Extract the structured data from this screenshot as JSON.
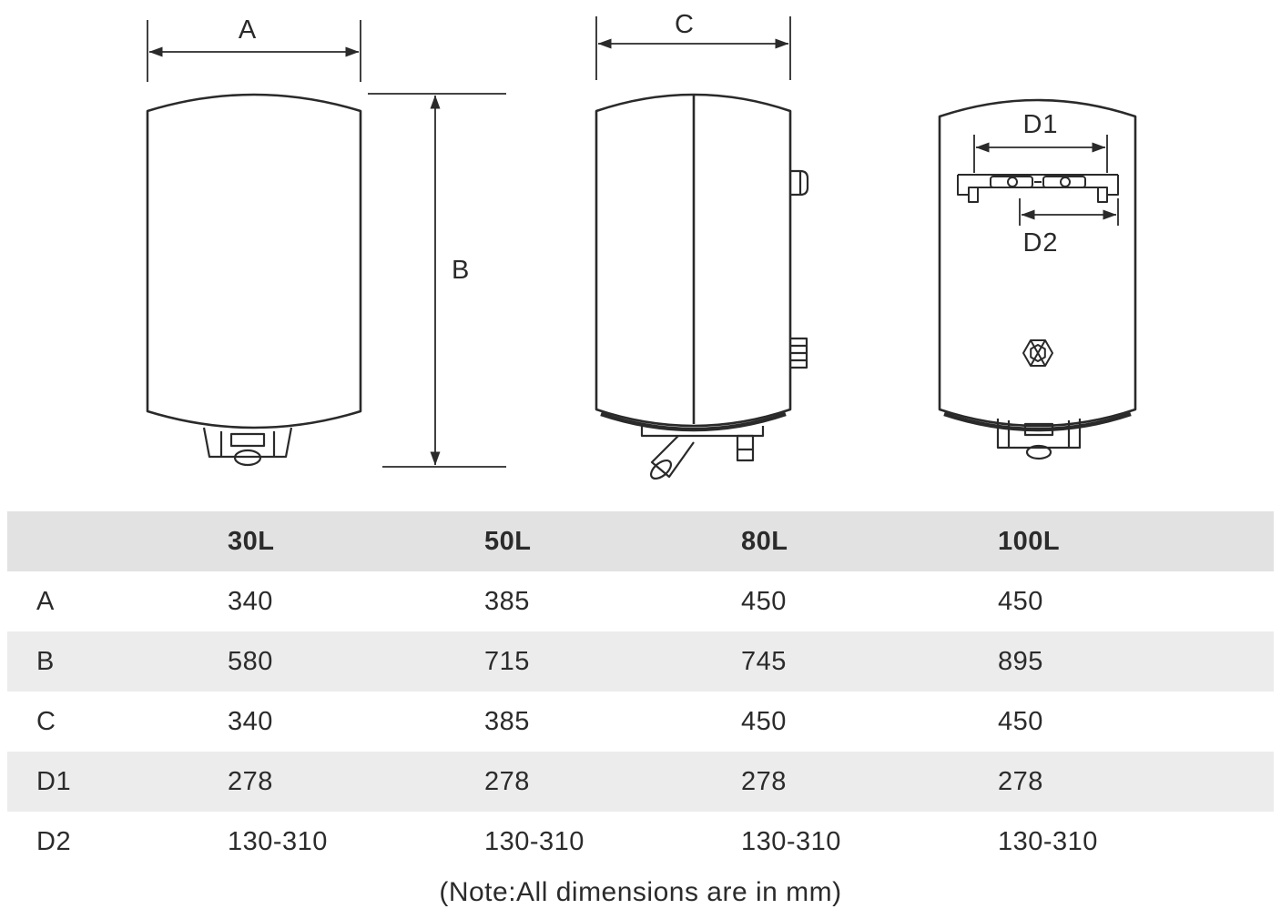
{
  "diagram": {
    "front": {
      "width_label": "A",
      "height_label": "B"
    },
    "side": {
      "width_label": "C"
    },
    "back": {
      "bracket_width_label": "D1",
      "hook_span_label": "D2"
    }
  },
  "table": {
    "header": [
      "",
      "30L",
      "50L",
      "80L",
      "100L"
    ],
    "rows": [
      {
        "label": "A",
        "values": [
          "340",
          "385",
          "450",
          "450"
        ]
      },
      {
        "label": "B",
        "values": [
          "580",
          "715",
          "745",
          "895"
        ]
      },
      {
        "label": "C",
        "values": [
          "340",
          "385",
          "450",
          "450"
        ]
      },
      {
        "label": "D1",
        "values": [
          "278",
          "278",
          "278",
          "278"
        ]
      },
      {
        "label": "D2",
        "values": [
          "130-310",
          "130-310",
          "130-310",
          "130-310"
        ]
      }
    ]
  },
  "note": "(Note:All dimensions are in mm)",
  "colors": {
    "line": "#2a2a2a",
    "table_header_bg": "#e2e2e2",
    "table_alt_row_bg": "#ececec",
    "text": "#2b2b2b"
  }
}
